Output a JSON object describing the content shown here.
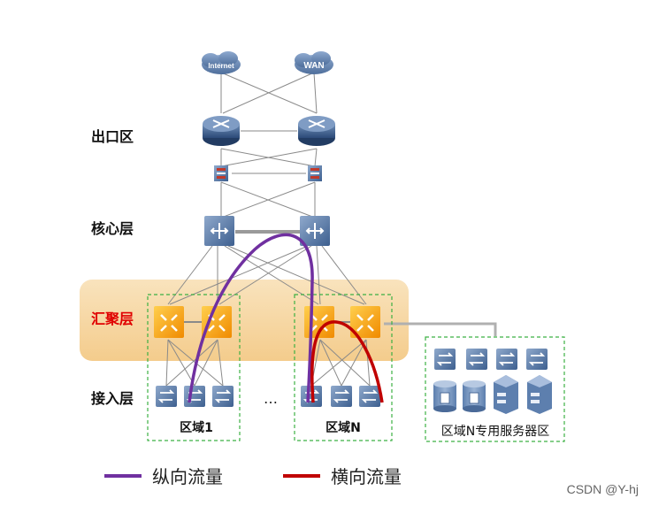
{
  "clouds": {
    "internet": "Internet",
    "wan": "WAN"
  },
  "layers": {
    "egress": "出口区",
    "core": "核心层",
    "aggregation": "汇聚层",
    "access": "接入层"
  },
  "zones": {
    "zone1": "区域1",
    "zoneN": "区域N",
    "ellipsis": "…",
    "server_zone": "区域N专用服务器区"
  },
  "legend": {
    "vertical": "纵向流量",
    "horizontal": "横向流量"
  },
  "colors": {
    "vertical": "#7030a0",
    "horizontal": "#c00000",
    "aggregation_label": "#e00000",
    "aggregation_band": "#f7d9a8",
    "zone_border": "#3cb043"
  },
  "watermark": "CSDN @Y-hj"
}
